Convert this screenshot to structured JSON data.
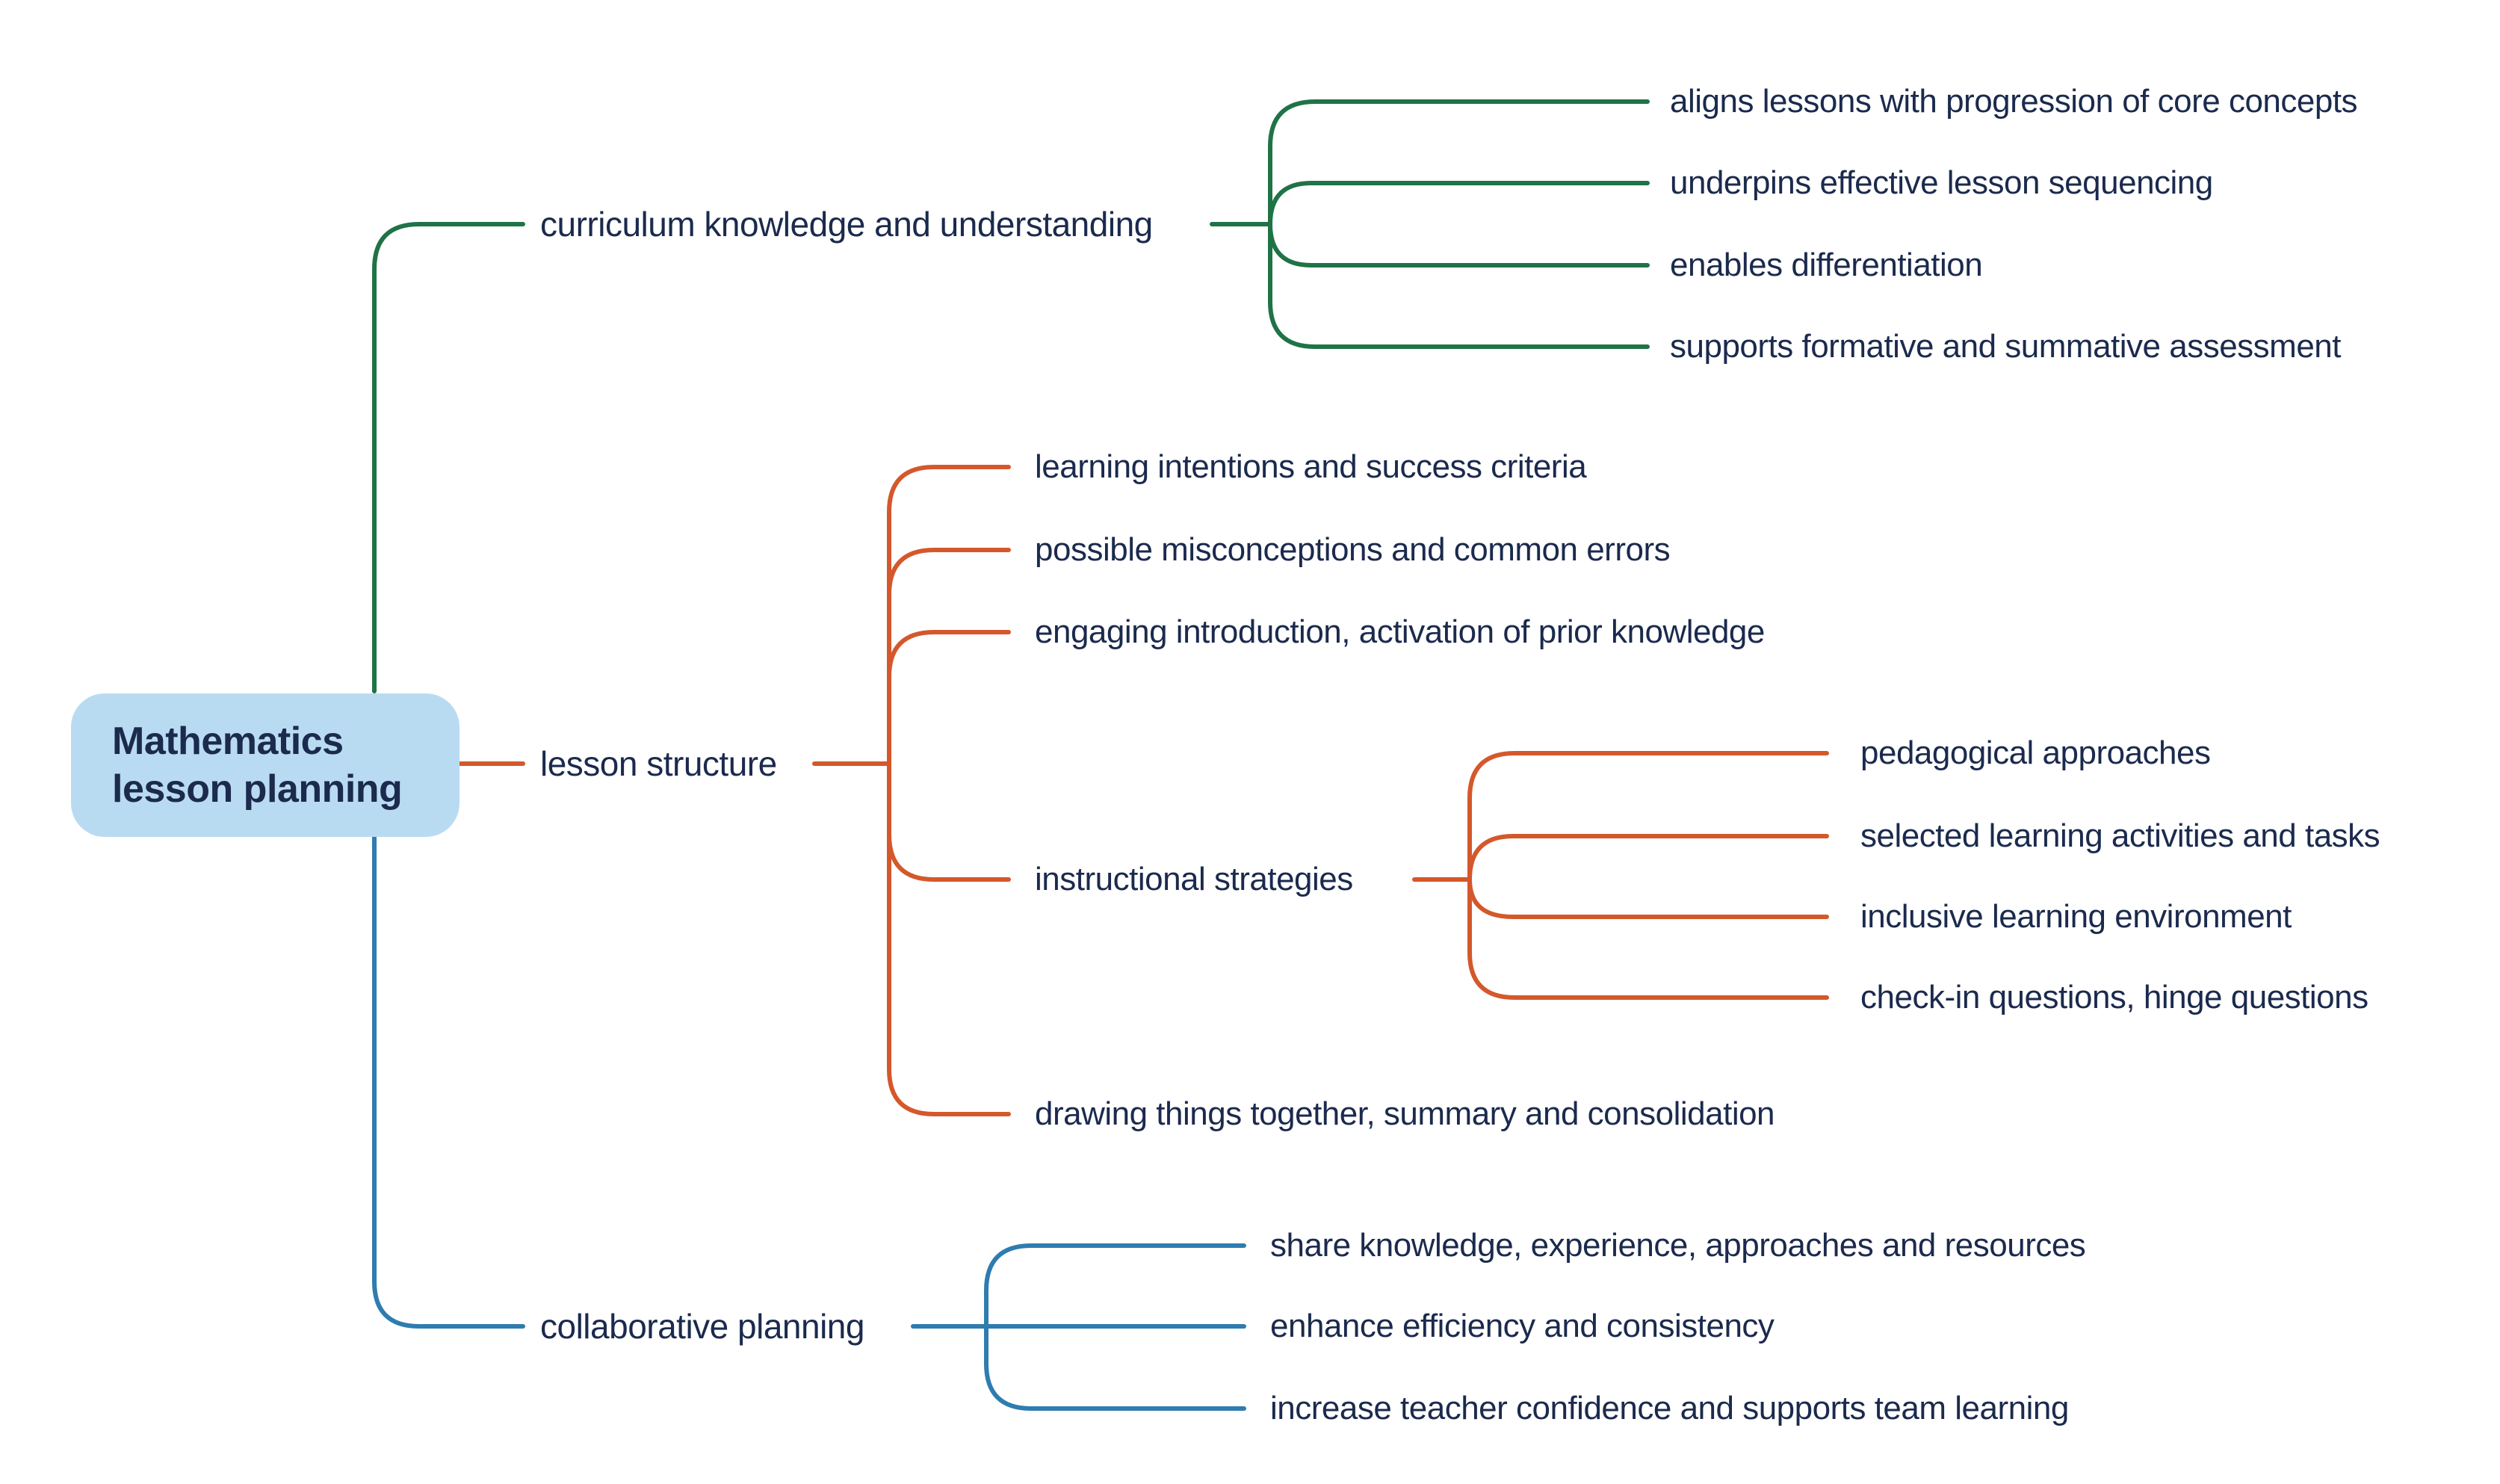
{
  "mindmap": {
    "root": {
      "label": "Mathematics lesson planning",
      "lines": [
        "Mathematics",
        "lesson planning"
      ],
      "fill_color": "#b9dbf2",
      "text_color": "#1b2a4d"
    },
    "branches": [
      {
        "label": "curriculum knowledge and understanding",
        "color": "#1f7347",
        "children": [
          {
            "label": "aligns lessons with progression of core concepts"
          },
          {
            "label": "underpins effective lesson sequencing"
          },
          {
            "label": "enables differentiation"
          },
          {
            "label": "supports formative and summative assessment"
          }
        ]
      },
      {
        "label": "lesson structure",
        "color": "#d4582b",
        "children": [
          {
            "label": "learning intentions and success criteria"
          },
          {
            "label": "possible misconceptions and common errors"
          },
          {
            "label": "engaging introduction, activation of prior knowledge"
          },
          {
            "label": "instructional strategies",
            "children": [
              {
                "label": "pedagogical approaches"
              },
              {
                "label": "selected learning activities and tasks"
              },
              {
                "label": "inclusive learning environment"
              },
              {
                "label": "check-in questions, hinge questions"
              }
            ]
          },
          {
            "label": "drawing things together, summary and consolidation"
          }
        ]
      },
      {
        "label": "collaborative planning",
        "color": "#2e7cb0",
        "children": [
          {
            "label": "share knowledge, experience, approaches and resources"
          },
          {
            "label": "enhance efficiency and consistency"
          },
          {
            "label": "increase teacher confidence and supports team learning"
          }
        ]
      }
    ]
  }
}
